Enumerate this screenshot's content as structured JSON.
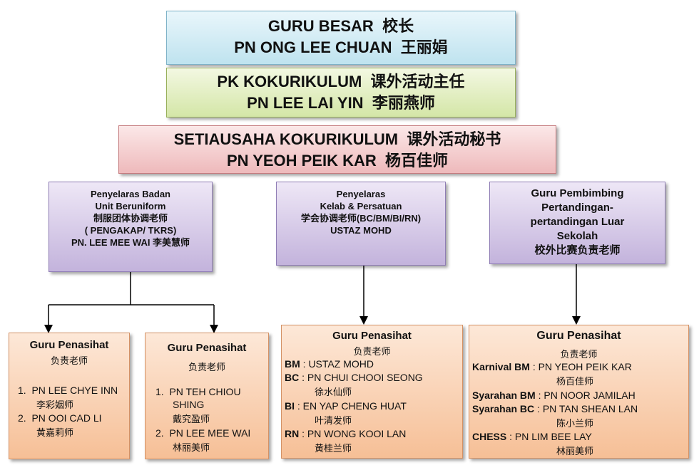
{
  "top": [
    {
      "role_en": "GURU BESAR",
      "role_cn": "校长",
      "name_en": "PN ONG LEE CHUAN",
      "name_cn": "王丽娟"
    },
    {
      "role_en": "PK KOKURIKULUM",
      "role_cn": "课外活动主任",
      "name_en": "PN LEE LAI YIN",
      "name_cn": "李丽燕师"
    },
    {
      "role_en": "SETIAUSAHA KOKURIKULUM",
      "role_cn": "课外活动秘书",
      "name_en": "PN YEOH PEIK KAR",
      "name_cn": "杨百佳师"
    }
  ],
  "coordinators": [
    {
      "lines": [
        "Penyelaras Badan",
        "Unit Beruniform",
        "制服团体协调老师",
        "( PENGAKAP/ TKRS)",
        "PN. LEE MEE WAI  李美慧师"
      ]
    },
    {
      "lines": [
        "Penyelaras",
        "Kelab  &  Persatuan",
        "学会协调老师(BC/BM/BI/RN)",
        "USTAZ MOHD"
      ]
    },
    {
      "lines": [
        "Guru Pembimbing",
        "Pertandingan-",
        "pertandingan Luar",
        "Sekolah",
        "校外比赛负责老师"
      ]
    }
  ],
  "advisors": [
    {
      "title": "Guru Penasihat",
      "subtitle": "负责老师",
      "items": [
        {
          "num": "1.",
          "name": "PN LEE CHYE INN",
          "cn": "李彩姻师"
        },
        {
          "num": "2.",
          "name": "PN OOI CAD LI",
          "cn": "黄嘉莉师"
        }
      ]
    },
    {
      "title": "Guru Penasihat",
      "subtitle": "负责老师",
      "items": [
        {
          "num": "1.",
          "name": "PN TEH CHIOU",
          "name2": "SHING",
          "cn": "戴究盈师"
        },
        {
          "num": "2.",
          "name": "PN LEE MEE WAI",
          "cn": "林丽美师"
        }
      ]
    },
    {
      "title": "Guru Penasihat",
      "subtitle": "负责老师",
      "items": [
        {
          "label": "BM",
          "name": ": USTAZ  MOHD"
        },
        {
          "label": "BC",
          "name": ":  PN CHUI CHOOI SEONG",
          "cn": "徐水仙师"
        },
        {
          "label": "BI",
          "name": ":  EN YAP CHENG HUAT",
          "cn": "叶清发师"
        },
        {
          "label": "RN",
          "name": ": PN WONG KOOI LAN",
          "cn": "黄桂兰师"
        }
      ]
    },
    {
      "title": "Guru Penasihat",
      "subtitle": "负责老师",
      "items": [
        {
          "label": "Karnival BM",
          "name": ": PN YEOH PEIK KAR",
          "cn": "杨百佳师"
        },
        {
          "label": "Syarahan BM",
          "name": ": PN NOOR JAMILAH"
        },
        {
          "label": "Syarahan BC",
          "name": ": PN TAN SHEAN LAN",
          "cn": "陈小兰师"
        },
        {
          "label": "CHESS",
          "name": ": PN LIM BEE LAY",
          "cn": "林丽美师"
        }
      ]
    }
  ]
}
